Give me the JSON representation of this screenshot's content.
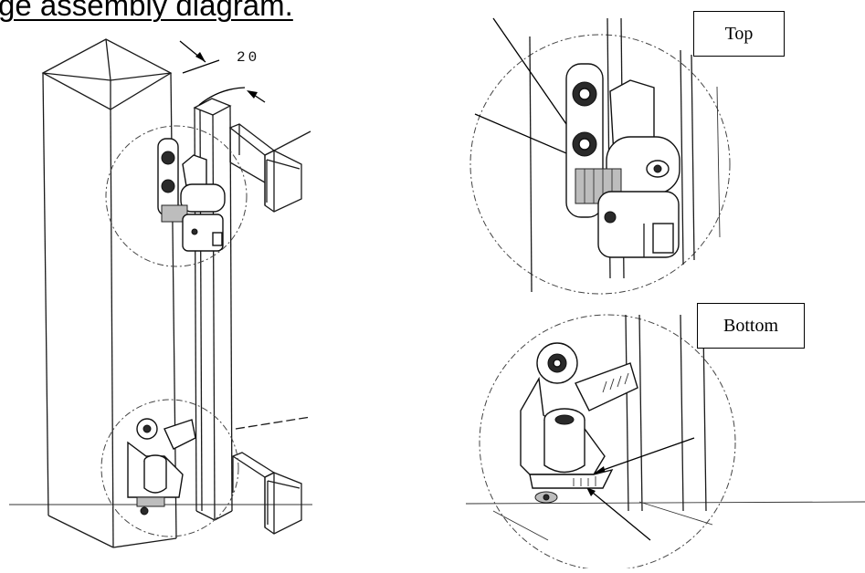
{
  "title": "ge assembly diagram.",
  "dimension_label": "20",
  "callouts": {
    "top": "Top",
    "bottom": "Bottom"
  }
}
